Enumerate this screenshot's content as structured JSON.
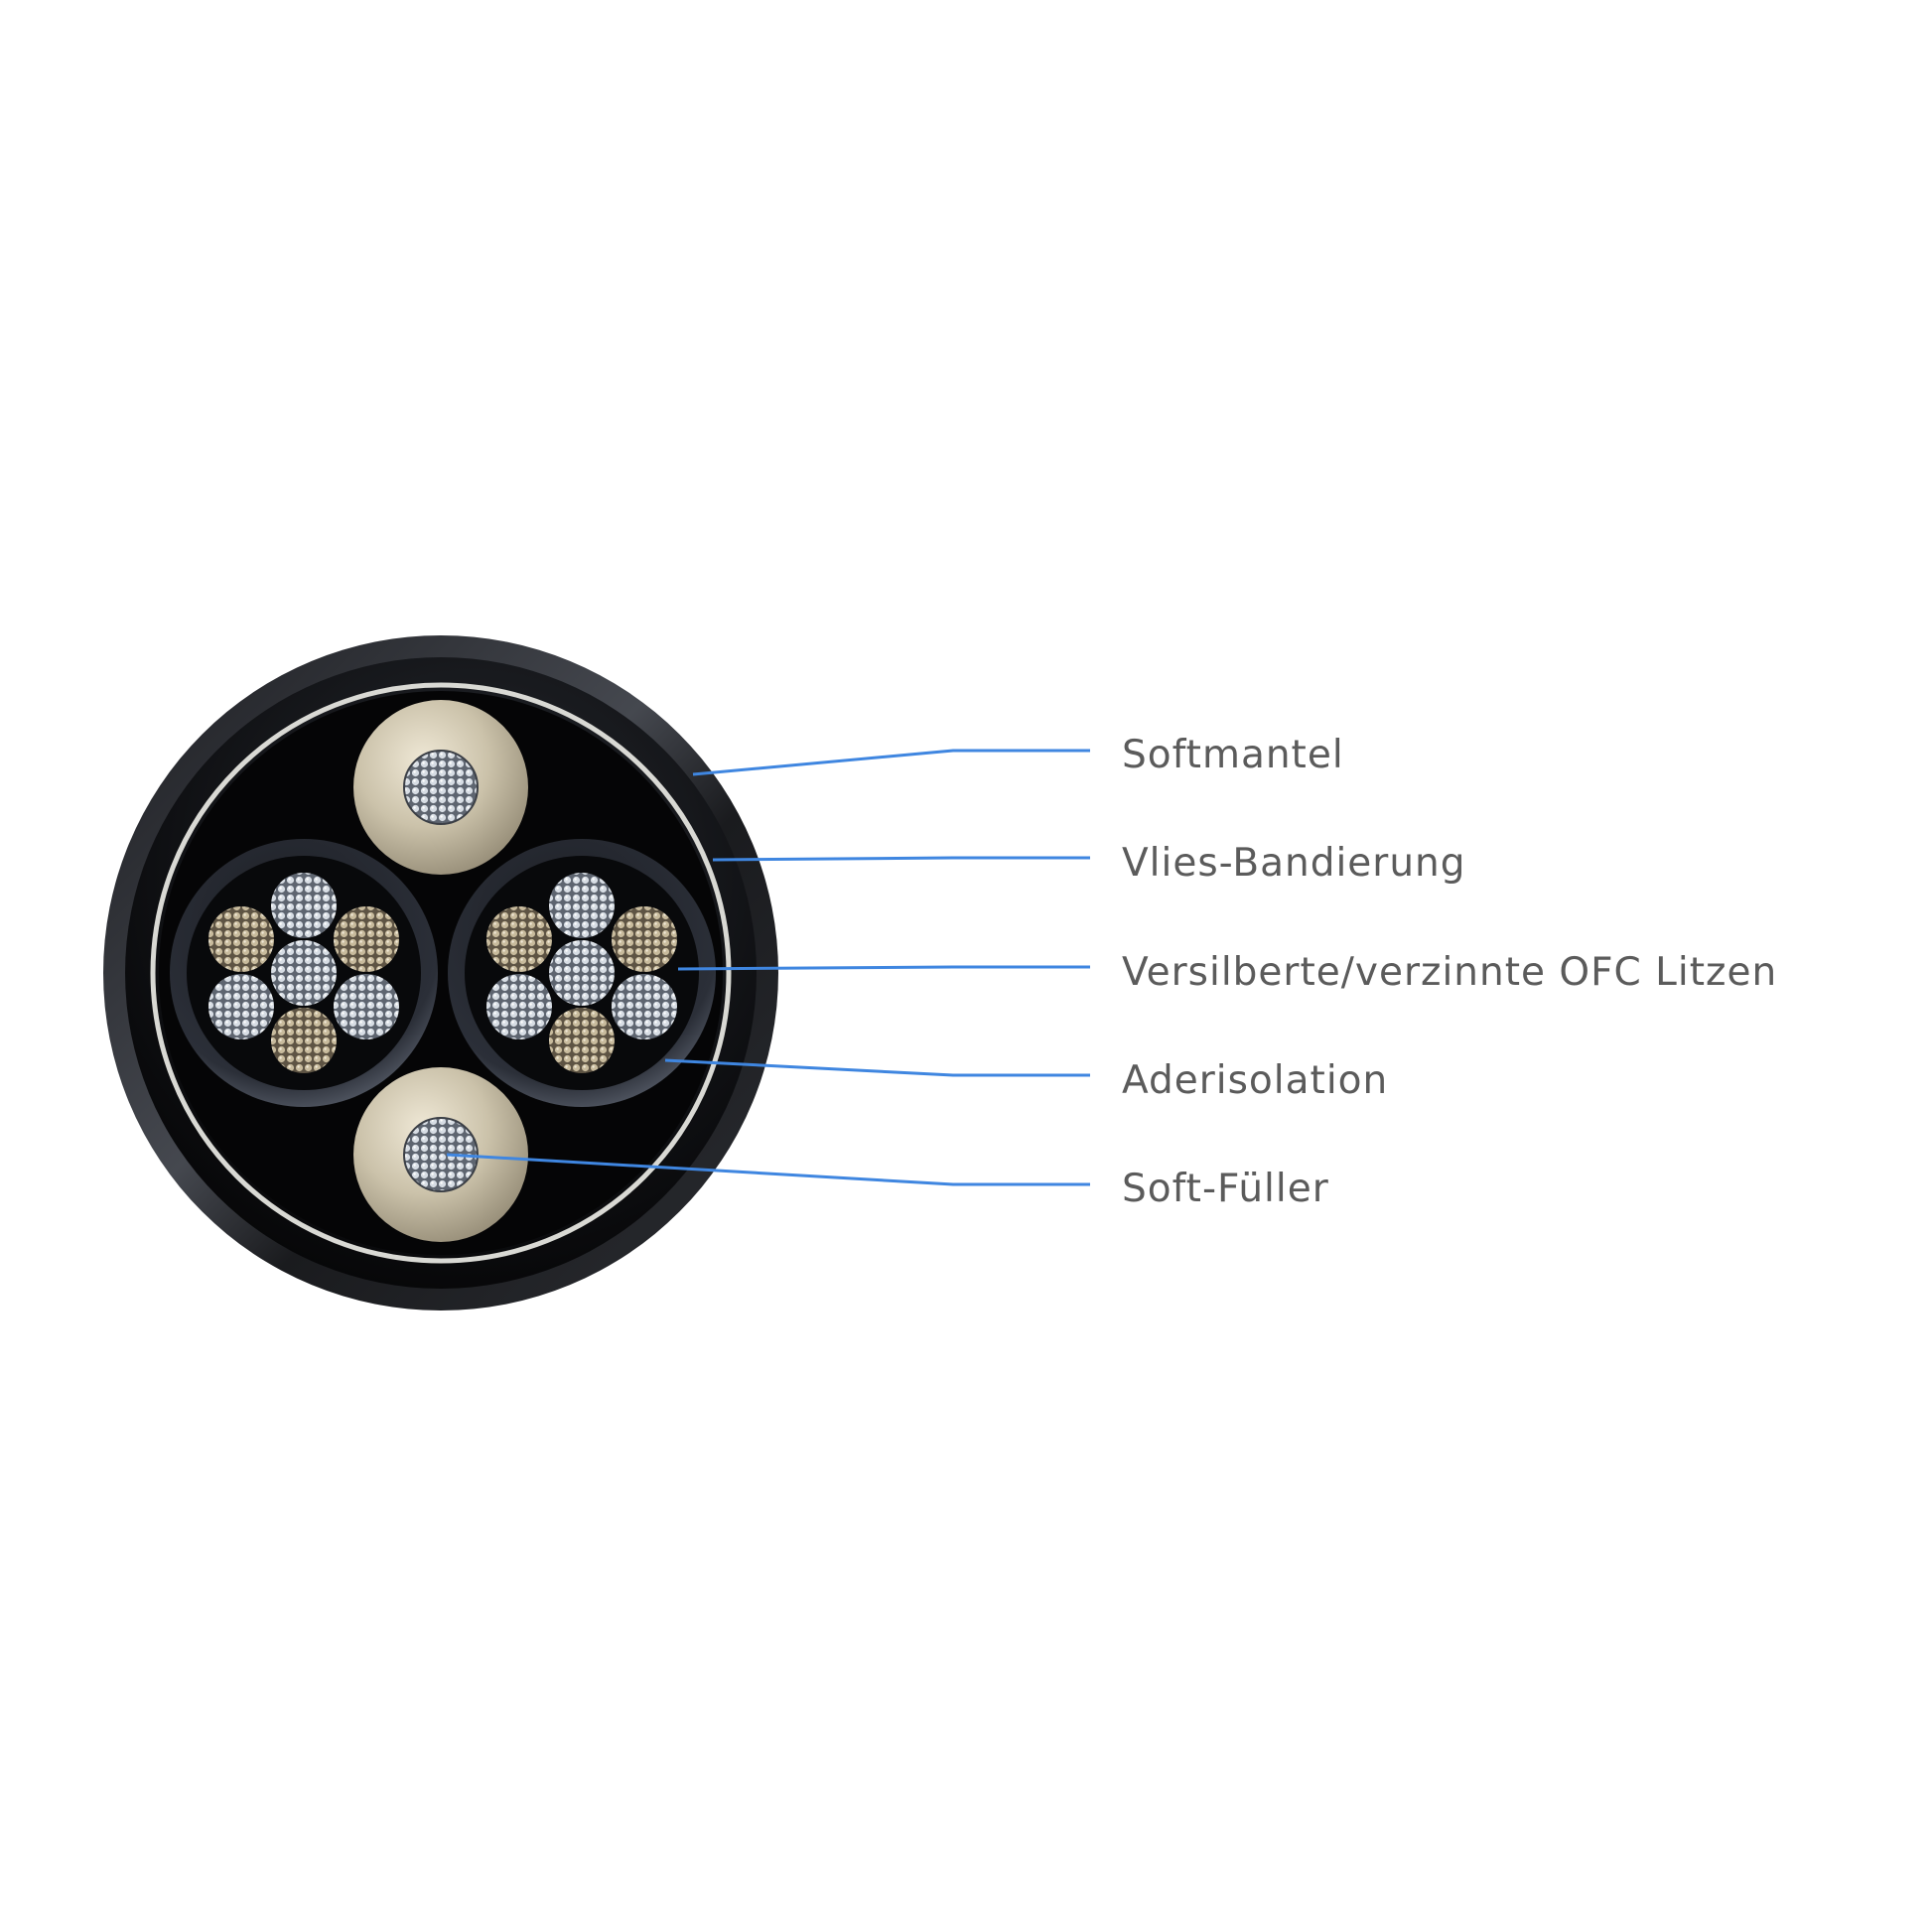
{
  "labels": {
    "softmantel": "Softmantel",
    "vlies": "Vlies-Bandierung",
    "litzen": "Versilberte/verzinnte OFC Litzen",
    "aderisolation": "Aderisolation",
    "fueller": "Soft-Füller"
  },
  "colors": {
    "callout_line": "#3f86e0",
    "label_text": "#5b5b5b",
    "jacket": "#0d0d10",
    "band": "#d9d9d4",
    "silver_strand": "#c9d0d8",
    "tinned_strand": "#b4a78c",
    "filler": "#c9c0a8"
  },
  "icons": {
    "cable": "cable-cross-section-icon"
  }
}
